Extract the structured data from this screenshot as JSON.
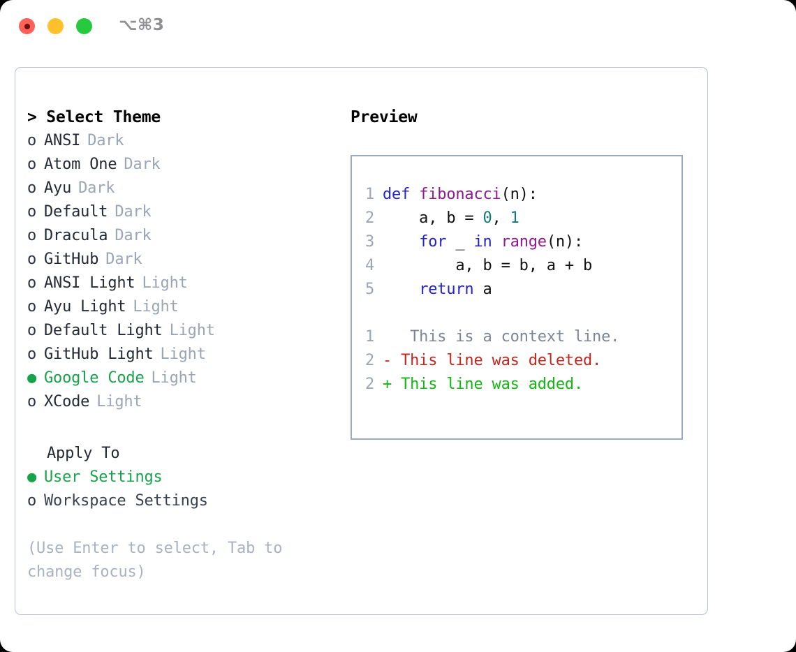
{
  "window": {
    "shortcut_label": "⌥⌘3",
    "traffic_lights": [
      {
        "name": "close",
        "color": "#ff6058"
      },
      {
        "name": "minimize",
        "color": "#ffc02e"
      },
      {
        "name": "zoom",
        "color": "#27c93f"
      }
    ]
  },
  "selector": {
    "prompt": "> Select Theme",
    "marker_unselected": "o",
    "marker_selected": "●",
    "themes": [
      {
        "name": "ANSI",
        "category": "Dark",
        "selected": false
      },
      {
        "name": "Atom One",
        "category": "Dark",
        "selected": false
      },
      {
        "name": "Ayu",
        "category": "Dark",
        "selected": false
      },
      {
        "name": "Default",
        "category": "Dark",
        "selected": false
      },
      {
        "name": "Dracula",
        "category": "Dark",
        "selected": false
      },
      {
        "name": "GitHub",
        "category": "Dark",
        "selected": false
      },
      {
        "name": "ANSI Light",
        "category": "Light",
        "selected": false
      },
      {
        "name": "Ayu Light",
        "category": "Light",
        "selected": false
      },
      {
        "name": "Default Light",
        "category": "Light",
        "selected": false
      },
      {
        "name": "GitHub Light",
        "category": "Light",
        "selected": false
      },
      {
        "name": "Google Code",
        "category": "Light",
        "selected": true
      },
      {
        "name": "XCode",
        "category": "Light",
        "selected": false
      }
    ],
    "apply_to": {
      "heading": "Apply To",
      "options": [
        {
          "label": "User Settings",
          "selected": true
        },
        {
          "label": "Workspace Settings",
          "selected": false
        }
      ]
    },
    "hint": "(Use Enter to select, Tab to change focus)"
  },
  "preview": {
    "title": "Preview",
    "code_lines": [
      {
        "num": "1",
        "tokens": [
          {
            "t": "def",
            "k": "kw"
          },
          {
            "t": " ",
            "k": "plain"
          },
          {
            "t": "fibonacci",
            "k": "fn"
          },
          {
            "t": "(n):",
            "k": "plain"
          }
        ]
      },
      {
        "num": "2",
        "tokens": [
          {
            "t": "    a, b = ",
            "k": "plain"
          },
          {
            "t": "0",
            "k": "num"
          },
          {
            "t": ", ",
            "k": "plain"
          },
          {
            "t": "1",
            "k": "num"
          }
        ]
      },
      {
        "num": "3",
        "tokens": [
          {
            "t": "    ",
            "k": "plain"
          },
          {
            "t": "for",
            "k": "kw"
          },
          {
            "t": " _ ",
            "k": "plain"
          },
          {
            "t": "in",
            "k": "kw"
          },
          {
            "t": " ",
            "k": "plain"
          },
          {
            "t": "range",
            "k": "fn"
          },
          {
            "t": "(n):",
            "k": "plain"
          }
        ]
      },
      {
        "num": "4",
        "tokens": [
          {
            "t": "        a, b = b, a + b",
            "k": "plain"
          }
        ]
      },
      {
        "num": "5",
        "tokens": [
          {
            "t": "    ",
            "k": "plain"
          },
          {
            "t": "return",
            "k": "kw"
          },
          {
            "t": " a",
            "k": "plain"
          }
        ]
      }
    ],
    "diff_lines": [
      {
        "num": "1",
        "sign": " ",
        "text": "  This is a context line.",
        "kind": "ctx"
      },
      {
        "num": "2",
        "sign": "-",
        "text": " This line was deleted.",
        "kind": "del"
      },
      {
        "num": "2",
        "sign": "+",
        "text": " This line was added.",
        "kind": "add"
      }
    ]
  },
  "colors": {
    "accent_green": "#16a34a",
    "diff_add": "#13b714",
    "diff_del": "#c3261c",
    "diff_ctx": "#7c8694",
    "keyword": "#2222cc",
    "function": "#8f1a8f",
    "number": "#0f7a78",
    "muted": "#9aa5b5",
    "panel_border": "#b9c2d0",
    "code_border": "#9daabd"
  }
}
